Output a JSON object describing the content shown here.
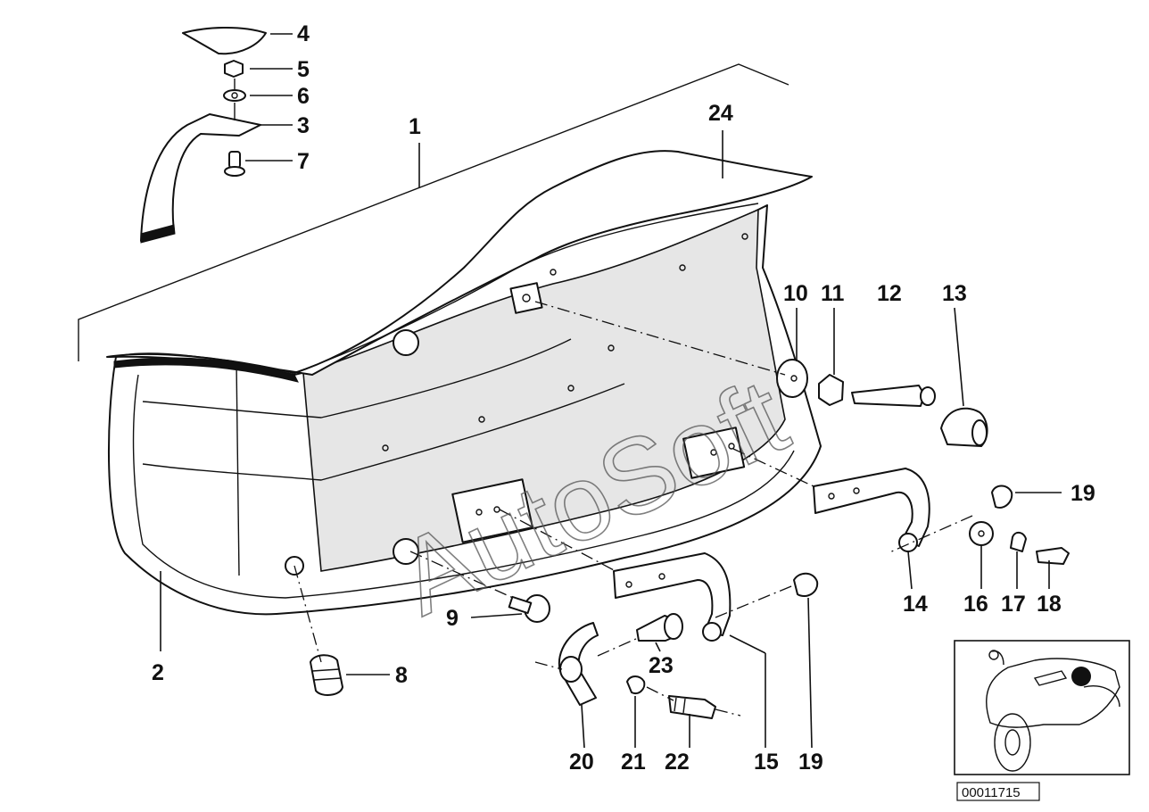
{
  "callouts": [
    {
      "id": "c1",
      "label": "1"
    },
    {
      "id": "c2",
      "label": "2"
    },
    {
      "id": "c3",
      "label": "3"
    },
    {
      "id": "c4",
      "label": "4"
    },
    {
      "id": "c5",
      "label": "5"
    },
    {
      "id": "c6",
      "label": "6"
    },
    {
      "id": "c7",
      "label": "7"
    },
    {
      "id": "c8",
      "label": "8"
    },
    {
      "id": "c9",
      "label": "9"
    },
    {
      "id": "c10",
      "label": "10"
    },
    {
      "id": "c11",
      "label": "11"
    },
    {
      "id": "c12",
      "label": "12"
    },
    {
      "id": "c13",
      "label": "13"
    },
    {
      "id": "c14",
      "label": "14"
    },
    {
      "id": "c15",
      "label": "15"
    },
    {
      "id": "c16",
      "label": "16"
    },
    {
      "id": "c17",
      "label": "17"
    },
    {
      "id": "c18",
      "label": "18"
    },
    {
      "id": "c19a",
      "label": "19"
    },
    {
      "id": "c19b",
      "label": "19"
    },
    {
      "id": "c20",
      "label": "20"
    },
    {
      "id": "c21",
      "label": "21"
    },
    {
      "id": "c22",
      "label": "22"
    },
    {
      "id": "c23",
      "label": "23"
    },
    {
      "id": "c24",
      "label": "24"
    }
  ],
  "watermark": "AutoSoft",
  "document_number": "00011715"
}
